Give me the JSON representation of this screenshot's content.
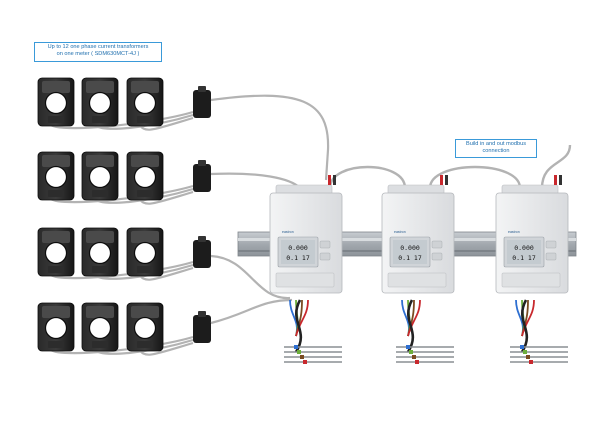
{
  "callouts": {
    "ct_note_line1": "Up to 12 one phase current transformers",
    "ct_note_line2": "on one meter ( SDM630MCT-4J )",
    "modbus_note_line1": "Build in and out modbus",
    "modbus_note_line2": "connection"
  },
  "meter": {
    "brand": "eastron",
    "display_line1": "0.000",
    "display_line2": "0.1 17"
  },
  "colors": {
    "cable": "#b3b3b3",
    "din_rail": "#9fa5ab",
    "meter_body": "#e9eaec",
    "ct_body": "#1e1e1e",
    "callout_border": "#3a9ad9",
    "callout_text": "#1f6fae",
    "wire_blue": "#2e6fd1",
    "wire_red": "#c8282d",
    "wire_brown": "#7a4b22",
    "wire_green_yellow": "#6cae3b"
  },
  "components": {
    "ct_rows": 4,
    "cts_per_row": 3,
    "meters": 3
  }
}
